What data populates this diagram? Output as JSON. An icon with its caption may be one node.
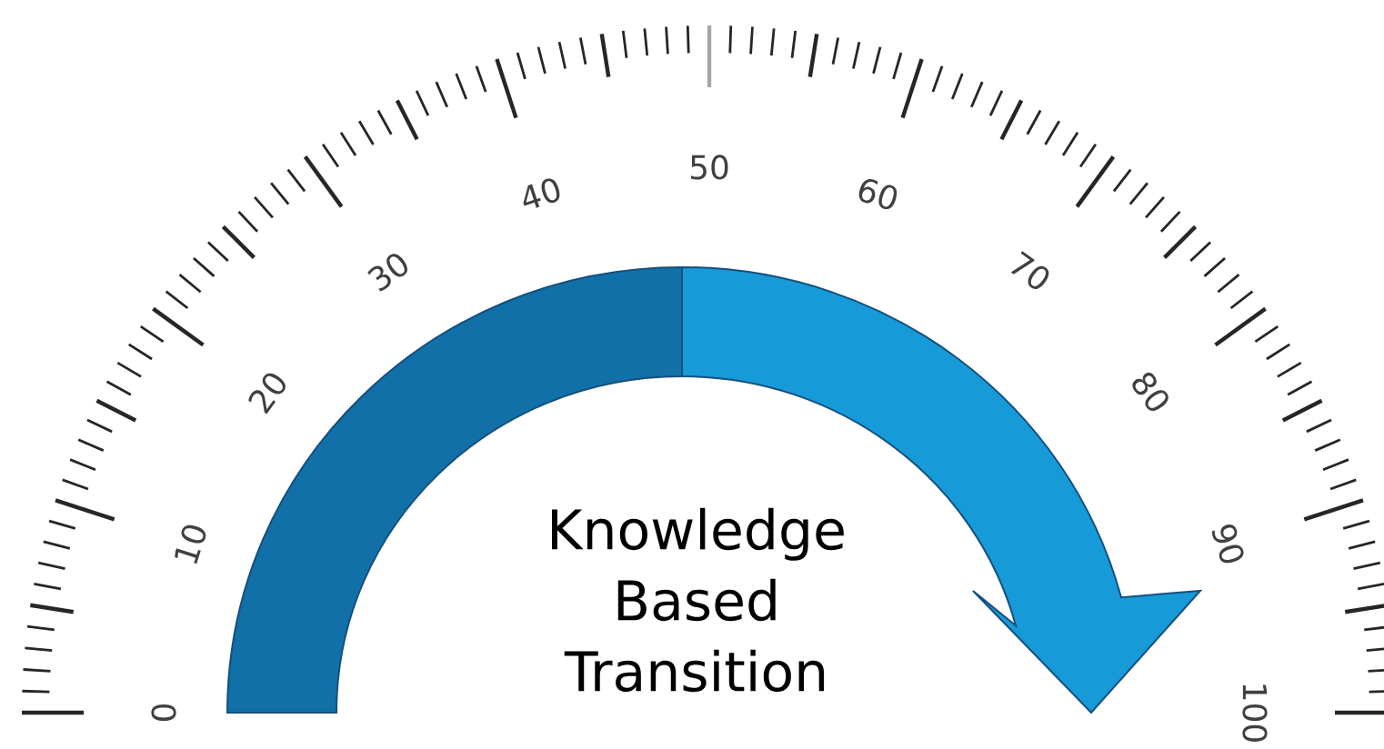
{
  "diagram": {
    "labels": [
      "0",
      "10",
      "20",
      "30",
      "40",
      "50",
      "60",
      "70",
      "80",
      "90",
      "100",
      "Knowledge Based Transition"
    ]
  }
}
